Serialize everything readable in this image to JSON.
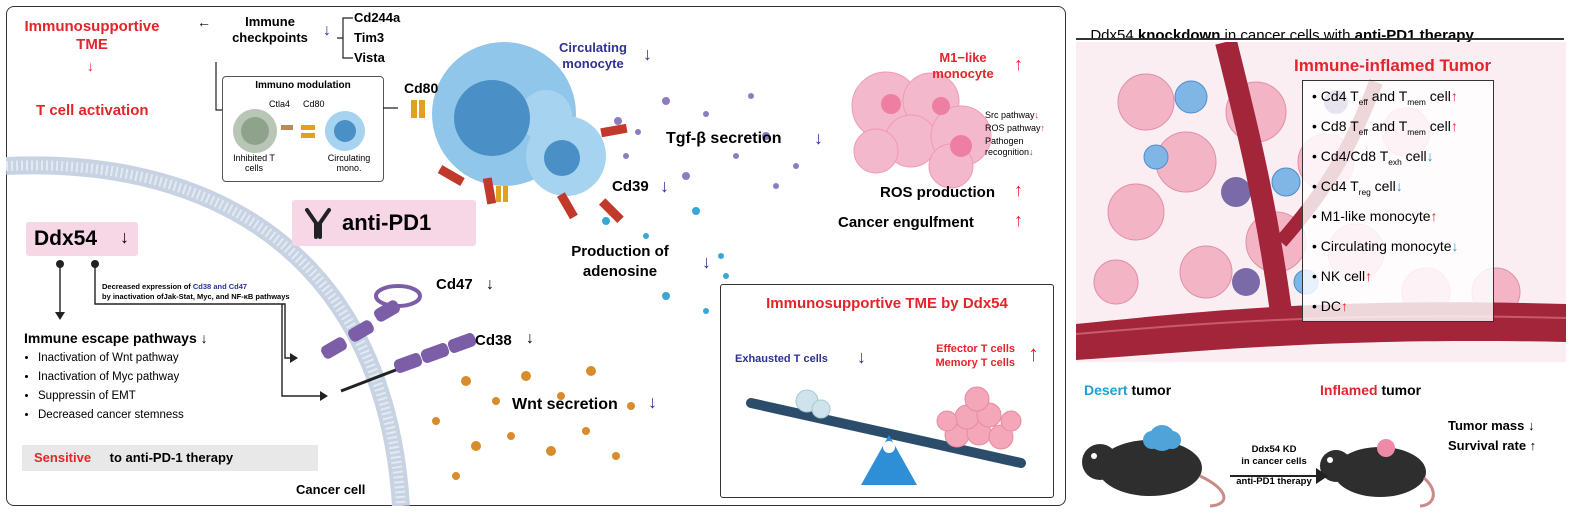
{
  "left_panel": {
    "tme_title": "Immunosupportive TME",
    "tcell_activation": "T cell activation",
    "immune_checkpoints": "Immune checkpoints",
    "checkpoint_items": [
      "Cd244a",
      "Tim3",
      "Vista"
    ],
    "immuno_modulation": "Immuno modulation",
    "ctla4": "Ctla4",
    "cd80_small": "Cd80",
    "inhibited_t_cells": "Inhibited T cells",
    "circulating_mono": "Circulating mono.",
    "cd80": "Cd80",
    "circulating_monocyte": "Circulating monocyte",
    "tgfb_secretion": "Tgf-β secretion",
    "cd39": "Cd39",
    "production_adenosine": "Production of adenosine",
    "anti_pd1": "anti-PD1",
    "m1_monocyte": "M1−like monocyte",
    "src_pathway": "Src pathway",
    "ros_pathway": "ROS pathway",
    "pathogen_recognition": "Pathogen recognition",
    "ros_production": "ROS production",
    "cancer_engulfment": "Cancer engulfment",
    "ddx54": "Ddx54",
    "decreased_expression_prefix": "Decreased expression of ",
    "decreased_expression_highlight": "Cd38 and Cd47",
    "decreased_expression_suffix": "by inactivation ofJak-Stat, Myc, and NF-κB pathways",
    "cd47": "Cd47",
    "cd38": "Cd38",
    "immune_escape": "Immune escape pathways",
    "escape_items": [
      "Inactivation of Wnt pathway",
      "Inactivation of Myc pathway",
      "Suppressin of EMT",
      "Decreased cancer stemness"
    ],
    "sensitive_word": "Sensitive",
    "sensitive_rest": " to anti-PD-1 therapy",
    "wnt_secretion": "Wnt secretion",
    "cancer_cell": "Cancer cell",
    "inset_title": "Immunosupportive TME by Ddx54",
    "exhausted_t": "Exhausted T cells",
    "effector_t": "Effector T cells",
    "memory_t": "Memory T cells"
  },
  "right_panel": {
    "header_pre": "Ddx54 ",
    "header_knockdown": "knockdown",
    "header_mid": " in cancer cells with ",
    "header_therapy": "anti-PD1 therapy",
    "inflamed_title": "Immune-inflamed Tumor",
    "list": [
      {
        "pre": "Cd4 T",
        "sub1": "eff",
        "mid": " and T",
        "sub2": "mem",
        "post": " cell",
        "dir": "up"
      },
      {
        "pre": "Cd8 T",
        "sub1": "eff",
        "mid": " and T",
        "sub2": "mem",
        "post": " cell",
        "dir": "up"
      },
      {
        "pre": "Cd4/Cd8 T",
        "sub1": "exh",
        "mid": " cell",
        "sub2": "",
        "post": "",
        "dir": "down"
      },
      {
        "pre": "Cd4 T",
        "sub1": "reg",
        "mid": " cell",
        "sub2": "",
        "post": "",
        "dir": "down"
      },
      {
        "pre": "M1-like monocyte",
        "sub1": "",
        "mid": "",
        "sub2": "",
        "post": "",
        "dir": "up"
      },
      {
        "pre": "Circulating monocyte",
        "sub1": "",
        "mid": "",
        "sub2": "",
        "post": "",
        "dir": "down"
      },
      {
        "pre": "NK cell",
        "sub1": "",
        "mid": "",
        "sub2": "",
        "post": "",
        "dir": "up"
      },
      {
        "pre": "DC",
        "sub1": "",
        "mid": "",
        "sub2": "",
        "post": "",
        "dir": "up"
      }
    ],
    "desert_word": "Desert",
    "desert_rest": " tumor",
    "inflamed_word": "Inflamed",
    "inflamed_rest": " tumor",
    "kd_line1": "Ddx54 KD",
    "kd_line2": "in cancer cells",
    "kd_line3": "anti-PD1 therapy",
    "tumor_mass": "Tumor mass",
    "survival_rate": "Survival rate"
  },
  "colors": {
    "red": "#e3242b",
    "navy": "#2e3192",
    "cyan": "#1aa0d8",
    "monocyte": "#6fb3e0",
    "purple": "#7b5ea7",
    "pink_bg": "#f7d6e6"
  }
}
